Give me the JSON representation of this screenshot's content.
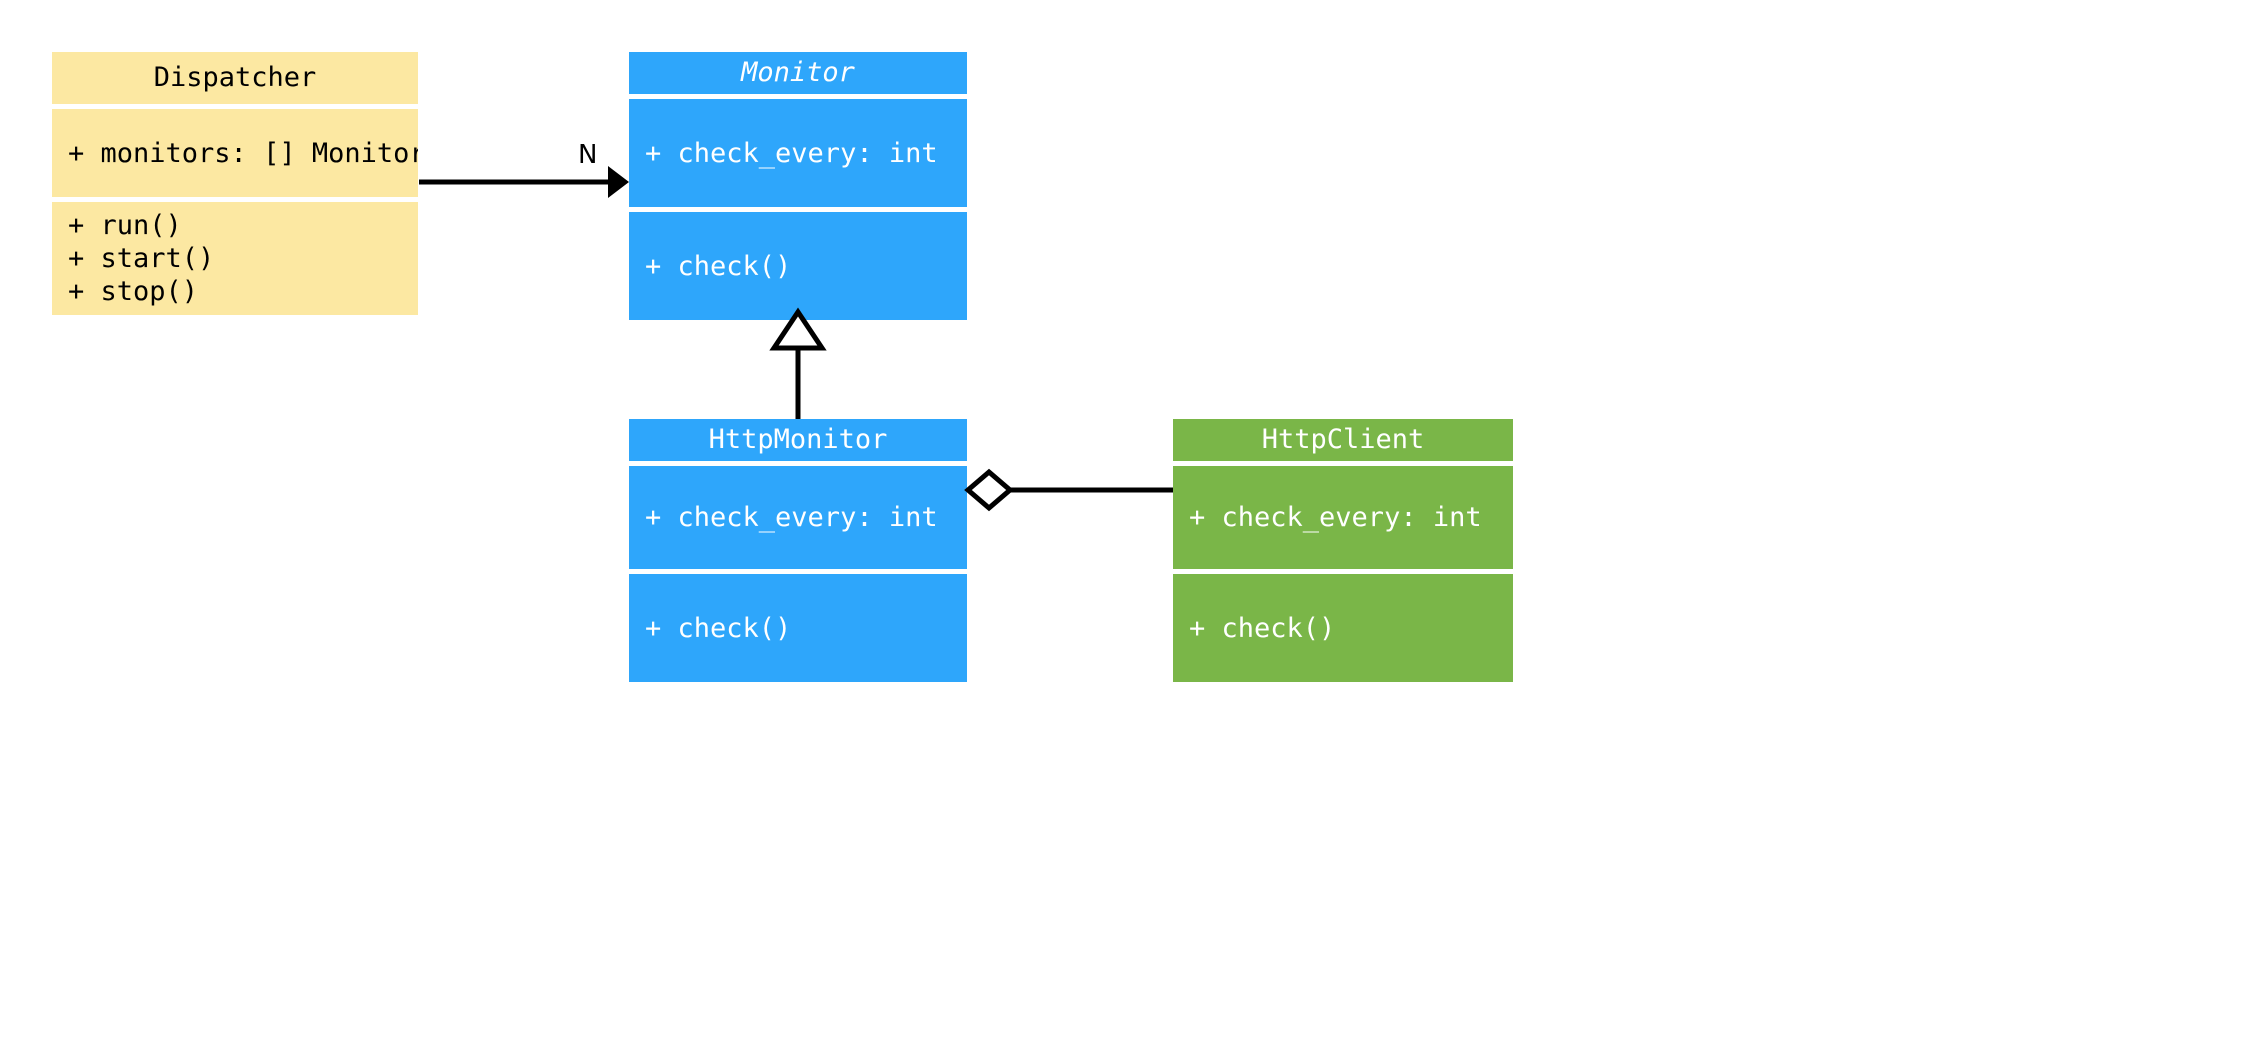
{
  "diagram": {
    "type": "uml-class-diagram",
    "background": "#ffffff",
    "colors": {
      "dispatcher": "#fce8a2",
      "monitor": "#2ea6fb",
      "http_monitor": "#2ea6fb",
      "http_client": "#7ab648",
      "line": "#000000",
      "text_on_yellow": "#000000",
      "text_on_blue": "#ffffff",
      "text_on_green": "#ffffff"
    },
    "classes": [
      {
        "id": "dispatcher",
        "name": "Dispatcher",
        "abstract": false,
        "attributes": [
          "+ monitors: [] Monitor"
        ],
        "operations": [
          "+ run()",
          "+ start()",
          "+ stop()"
        ]
      },
      {
        "id": "monitor",
        "name": "Monitor",
        "abstract": true,
        "attributes": [
          "+ check_every: int"
        ],
        "operations": [
          "+ check()"
        ]
      },
      {
        "id": "http_monitor",
        "name": "HttpMonitor",
        "abstract": false,
        "attributes": [
          "+ check_every: int"
        ],
        "operations": [
          "+ check()"
        ]
      },
      {
        "id": "http_client",
        "name": "HttpClient",
        "abstract": false,
        "attributes": [
          "+ check_every: int"
        ],
        "operations": [
          "+ check()"
        ]
      }
    ],
    "relationships": [
      {
        "id": "dispatcher-to-monitor",
        "kind": "association",
        "from": "Dispatcher",
        "to": "Monitor",
        "arrowhead": "solid-filled-arrow",
        "label": "N"
      },
      {
        "id": "httpmonitor-to-monitor",
        "kind": "generalization",
        "from": "HttpMonitor",
        "to": "Monitor",
        "arrowhead": "hollow-triangle",
        "label": ""
      },
      {
        "id": "httpmonitor-to-httpclient",
        "kind": "aggregation",
        "from": "HttpMonitor",
        "to": "HttpClient",
        "arrowhead": "hollow-diamond",
        "label": ""
      }
    ]
  }
}
